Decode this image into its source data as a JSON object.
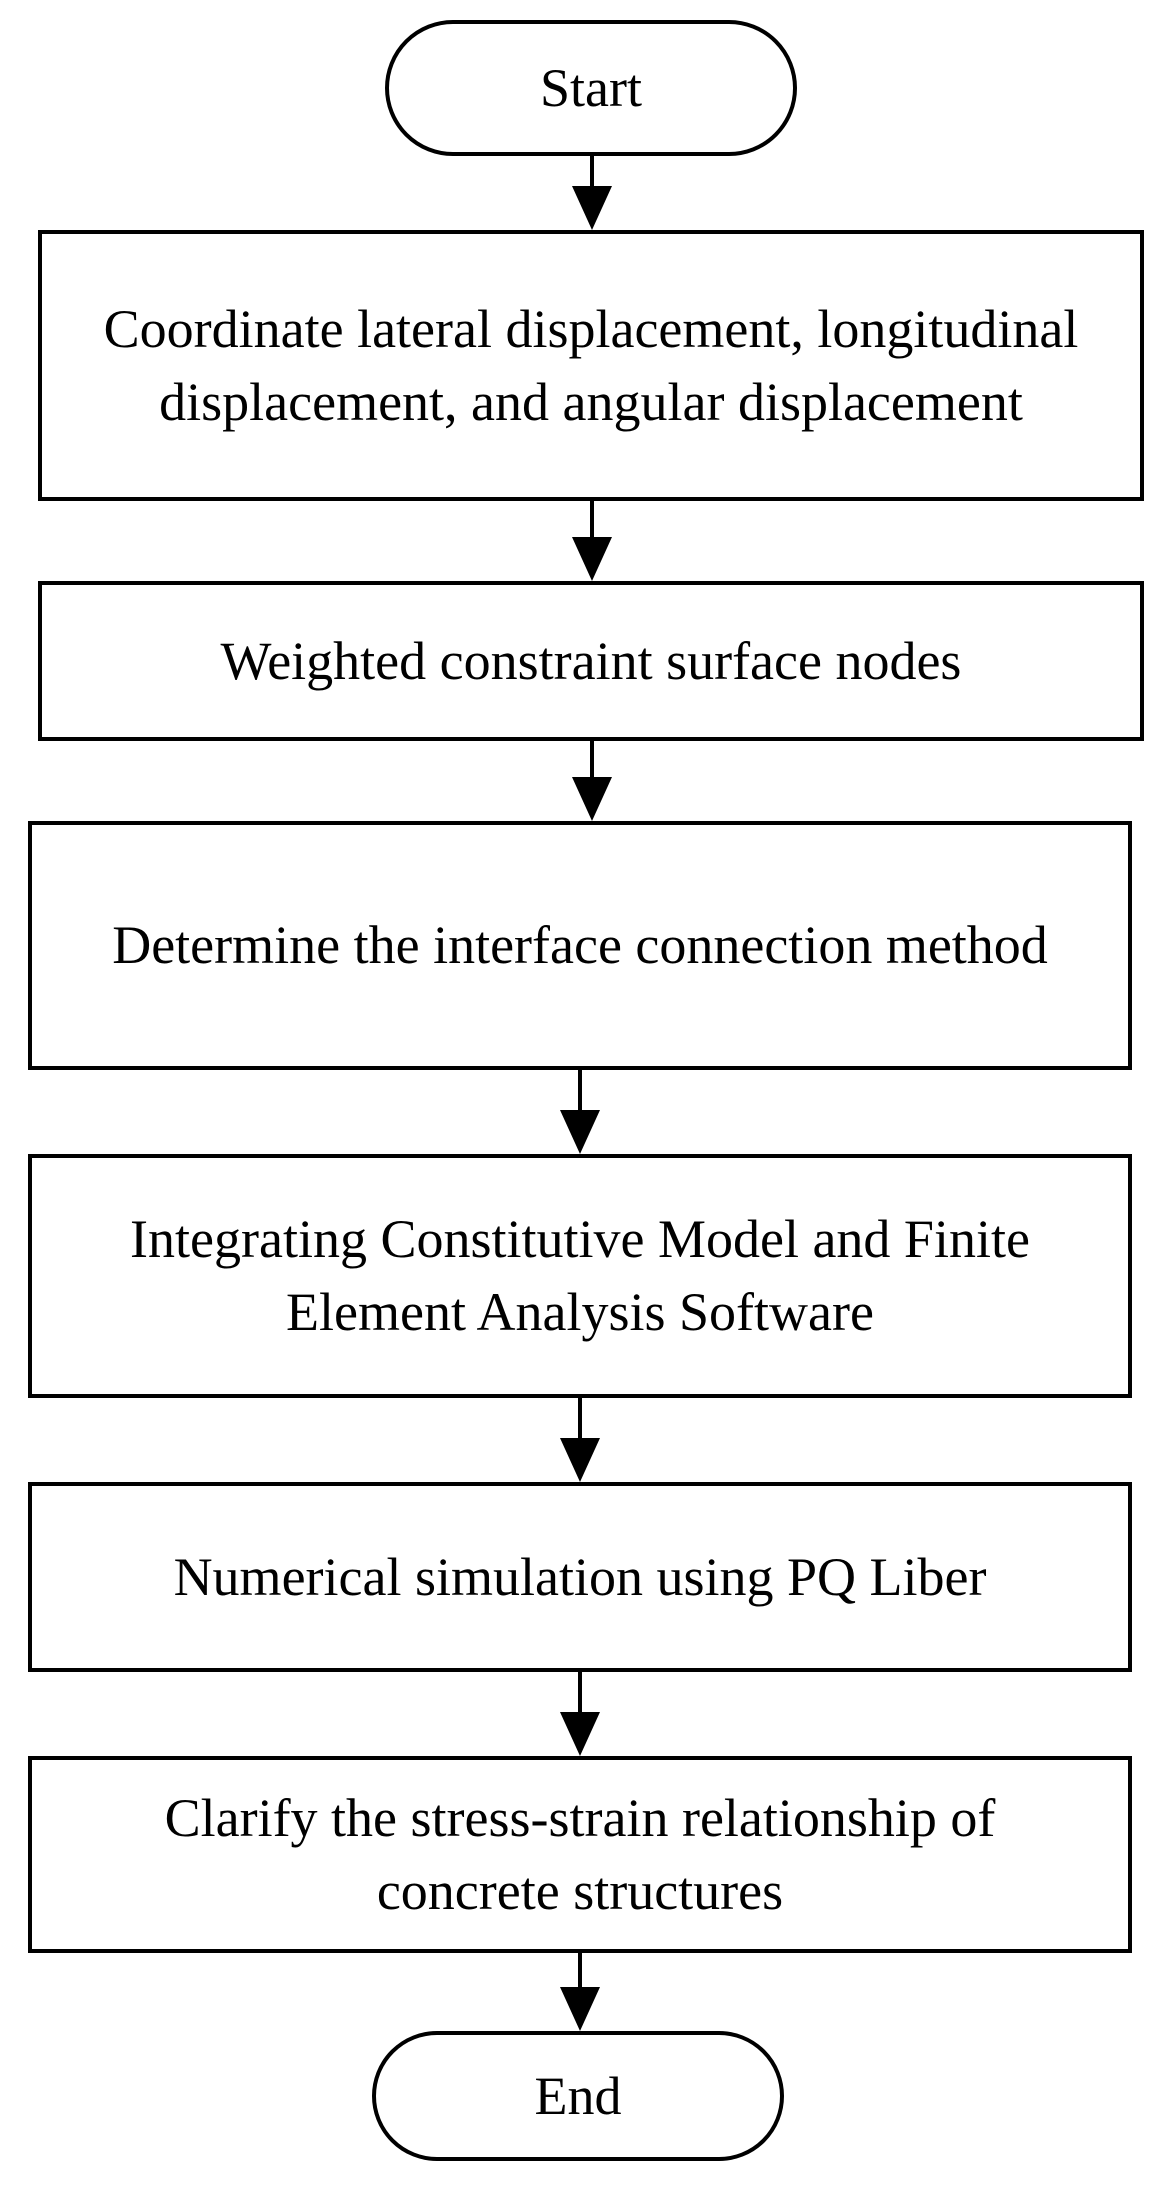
{
  "flowchart": {
    "start": "Start",
    "steps": [
      "Coordinate lateral displacement, longitudinal displacement, and angular displacement",
      "Weighted constraint surface nodes",
      "Determine the interface connection method",
      "Integrating Constitutive Model and Finite Element Analysis Software",
      "Numerical simulation using PQ Liber",
      "Clarify the stress-strain relationship of concrete structures"
    ],
    "end": "End"
  }
}
